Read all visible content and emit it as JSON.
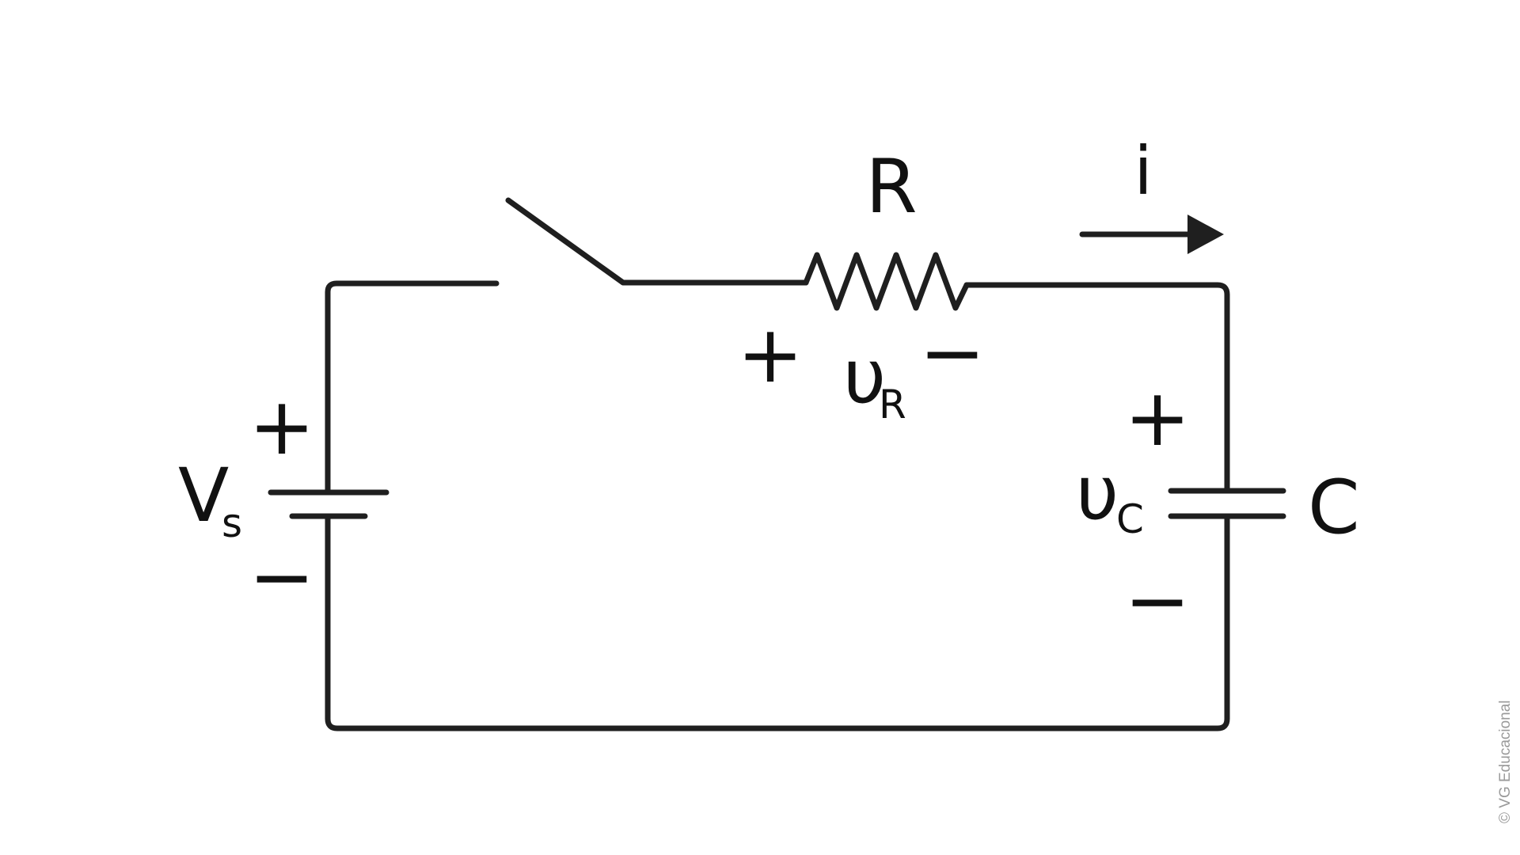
{
  "circuit": {
    "source": {
      "symbol": "V",
      "subscript": "s",
      "plus": "+",
      "minus": "−"
    },
    "resistor": {
      "symbol": "R",
      "voltage_symbol": "υ",
      "voltage_subscript": "R",
      "plus": "+",
      "minus": "−"
    },
    "capacitor": {
      "symbol": "C",
      "voltage_symbol": "υ",
      "voltage_subscript": "C",
      "plus": "+",
      "minus": "−"
    },
    "current": {
      "symbol": "i"
    },
    "switch": {
      "state": "open"
    }
  },
  "credit": "© VG Educacional",
  "colors": {
    "stroke": "#1f1f1f",
    "text": "#111111",
    "credit": "#9a9a9a",
    "background": "#ffffff"
  }
}
